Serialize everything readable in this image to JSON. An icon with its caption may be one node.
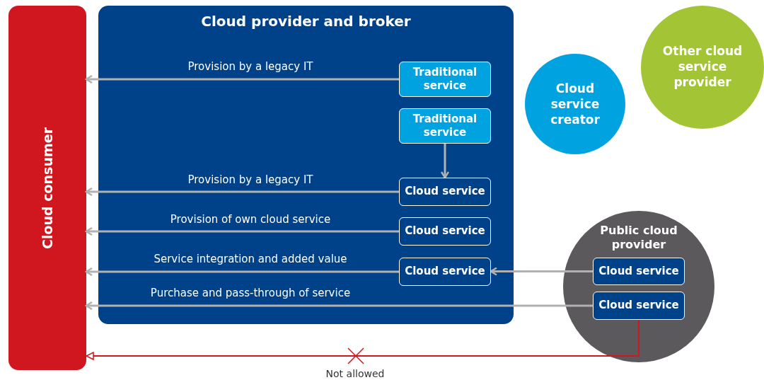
{
  "diagram": {
    "nodes": [
      {
        "text": [
          "Cloud consumer"
        ]
      },
      {
        "text": [
          "Cloud provider and broker"
        ]
      },
      {
        "text": [
          "Traditional service"
        ],
        "in": 1
      },
      {
        "text": [
          "Traditional service"
        ],
        "in": 1
      },
      {
        "text": [
          "Cloud service"
        ],
        "in": 1
      },
      {
        "text": [
          "Cloud service"
        ],
        "in": 1
      },
      {
        "text": [
          "Cloud service"
        ],
        "in": 1
      },
      {
        "text": [
          "Cloud service creator"
        ]
      },
      {
        "text": [
          "Other cloud service provider"
        ]
      },
      {
        "text": [
          "Public cloud provider"
        ]
      },
      {
        "text": [
          "Cloud service"
        ],
        "in": 9
      },
      {
        "text": [
          "Cloud service"
        ],
        "in": 9
      }
    ],
    "edges": [
      {
        "from": 2,
        "to": 0,
        "arrow": "to",
        "label": "Provision by a legacy IT"
      },
      {
        "from": 3,
        "to": 4,
        "arrow": "to"
      },
      {
        "from": 4,
        "to": 0,
        "arrow": "to",
        "label": "Provision by a legacy IT"
      },
      {
        "from": 5,
        "to": 0,
        "arrow": "to",
        "label": "Provision of own cloud service"
      },
      {
        "from": 6,
        "to": 0,
        "arrow": "to",
        "label": "Service integration and added value"
      },
      {
        "from": 10,
        "to": 6,
        "arrow": "to"
      },
      {
        "from": 11,
        "to": 0,
        "arrow": "to",
        "label": "Purchase and pass-through of service"
      },
      {
        "from": 11,
        "to": 0,
        "arrow": "to",
        "label": "Not allowed",
        "color": "#d0161e"
      }
    ]
  }
}
